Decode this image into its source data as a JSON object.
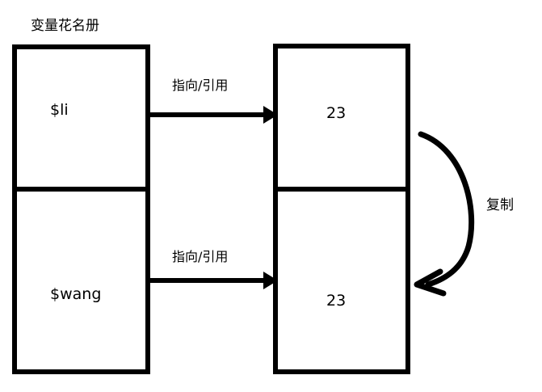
{
  "diagram": {
    "title": "变量花名册",
    "type": "reference-vs-copy-memory-diagram",
    "variable_table": {
      "name": "变量花名册",
      "rows": [
        {
          "label": "$li"
        },
        {
          "label": "$wang"
        }
      ]
    },
    "value_table": {
      "rows": [
        {
          "value": "23"
        },
        {
          "value": "23"
        }
      ]
    },
    "edges": [
      {
        "label": "指向/引用",
        "from": "$li",
        "to": "value-top",
        "style": "straight-arrow"
      },
      {
        "label": "指向/引用",
        "from": "$wang",
        "to": "value-bottom",
        "style": "straight-arrow"
      },
      {
        "label": "复制",
        "from": "value-top",
        "to": "value-bottom",
        "style": "curved-arrow"
      }
    ],
    "colors": {
      "stroke": "#000000",
      "background": "#ffffff",
      "text": "#000000"
    }
  }
}
